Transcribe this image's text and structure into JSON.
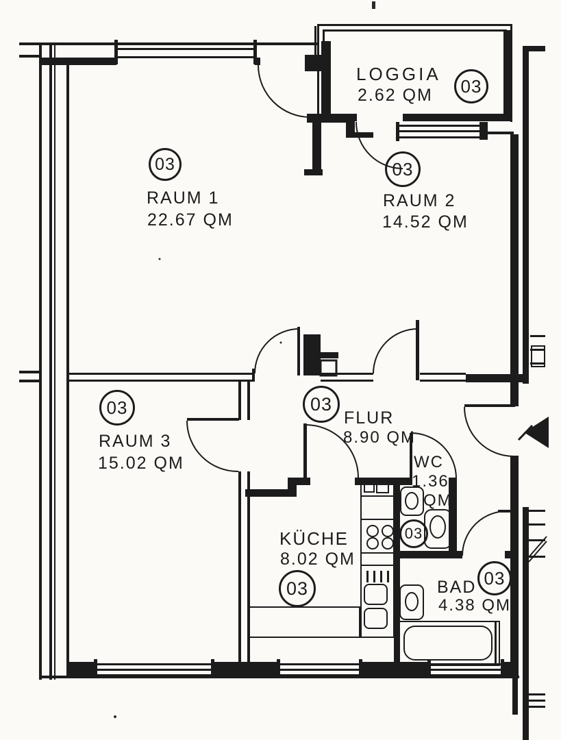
{
  "unit_marker": "03",
  "rooms": {
    "loggia": {
      "label": "LOGGIA",
      "area": "2.62 QM"
    },
    "raum1": {
      "label": "RAUM 1",
      "area": "22.67 QM"
    },
    "raum2": {
      "label": "RAUM 2",
      "area": "14.52 QM"
    },
    "raum3": {
      "label": "RAUM 3",
      "area": "15.02 QM"
    },
    "flur": {
      "label": "FLUR",
      "area": "8.90 QM"
    },
    "wc": {
      "label": "WC",
      "area_value": "1.36",
      "area_unit": "QM"
    },
    "kueche": {
      "label": "KÜCHE",
      "area": "8.02 QM"
    },
    "bad": {
      "label": "BAD",
      "area": "4.38 QM"
    }
  },
  "colors": {
    "ink": "#1c1c1c",
    "paper": "#fbfaf7"
  }
}
